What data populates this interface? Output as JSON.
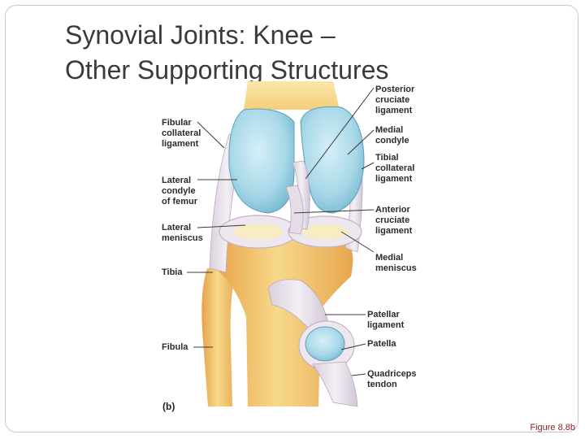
{
  "slide": {
    "title_line1": "Synovial Joints: Knee –",
    "title_line2": "Other Supporting Structures",
    "figure_caption": "Figure 8.8b",
    "panel_letter": "(b)"
  },
  "labels": {
    "posterior_cruciate": [
      "Posterior",
      "cruciate",
      "ligament"
    ],
    "medial_condyle": [
      "Medial",
      "condyle"
    ],
    "tibial_collateral": [
      "Tibial",
      "collateral",
      "ligament"
    ],
    "anterior_cruciate": [
      "Anterior",
      "cruciate",
      "ligament"
    ],
    "medial_meniscus": [
      "Medial",
      "meniscus"
    ],
    "patellar_ligament": [
      "Patellar",
      "ligament"
    ],
    "patella": [
      "Patella"
    ],
    "quadriceps_tendon": [
      "Quadriceps",
      "tendon"
    ],
    "fibular_collateral": [
      "Fibular",
      "collateral",
      "ligament"
    ],
    "lateral_condyle": [
      "Lateral",
      "condyle",
      "of femur"
    ],
    "lateral_meniscus": [
      "Lateral",
      "meniscus"
    ],
    "tibia": [
      "Tibia"
    ],
    "fibula": [
      "Fibula"
    ]
  },
  "colors": {
    "cartilage": "#a8d8e8",
    "bone": "#f2c76a",
    "ligament": "#e9e2ea",
    "caption": "#8a1e1e"
  }
}
